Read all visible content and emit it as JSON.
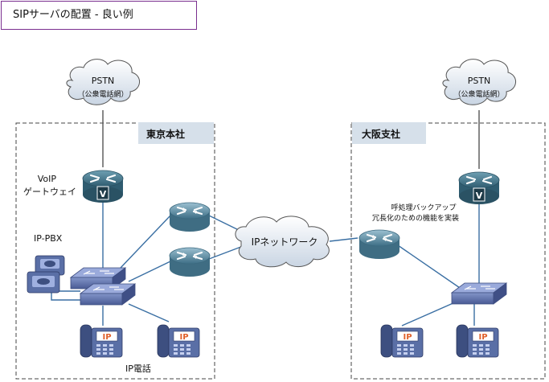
{
  "title": "SIPサーバの配置 - 良い例",
  "sites": {
    "tokyo": {
      "label": "東京本社"
    },
    "osaka": {
      "label": "大阪支社"
    }
  },
  "pstn": {
    "line1": "PSTN",
    "line2": "（公衆電話網）"
  },
  "network": {
    "label": "IPネットワーク"
  },
  "labels": {
    "voip_line1": "VoIP",
    "voip_line2": "ゲートウェイ",
    "ippbx": "IP-PBX",
    "ipphones": "IP電話",
    "backup_line1": "呼処理バックアップ",
    "backup_line2": "冗長化のための機能を実装"
  },
  "icons": {
    "gateway_mark": "V",
    "phone_mark": "IP"
  },
  "colors": {
    "accent_border": "#7a2f8f",
    "site_tag": "#d6e0ea",
    "link": "#2f6fa8",
    "router_body": "#4f7f96",
    "switch_body": "#5a6fa6",
    "phone_badge": "#e0612b"
  }
}
